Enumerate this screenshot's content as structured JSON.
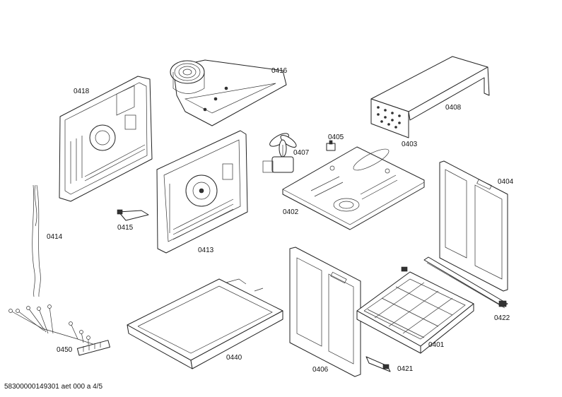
{
  "part_labels": {
    "p0416": "0416",
    "p0418": "0418",
    "p0408": "0408",
    "p0405": "0405",
    "p0403": "0403",
    "p0407": "0407",
    "p0404": "0404",
    "p0402": "0402",
    "p0415": "0415",
    "p0414": "0414",
    "p0413": "0413",
    "p0422": "0422",
    "p0401": "0401",
    "p0440": "0440",
    "p0450": "0450",
    "p0406": "0406",
    "p0421": "0421"
  },
  "footer": {
    "document_code": "58300000149301 aet 000 a 4/5"
  }
}
